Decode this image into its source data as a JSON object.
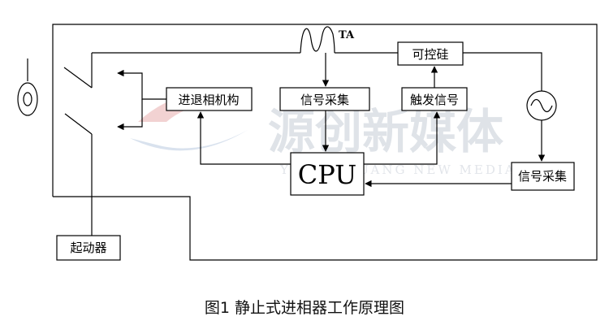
{
  "blocks": {
    "phase_mechanism": "进退相机构",
    "signal_acq_top": "信号采集",
    "scr": "可控硅",
    "trigger": "触发信号",
    "cpu": "CPU",
    "signal_acq_right": "信号采集",
    "starter": "起动器"
  },
  "labels": {
    "ta": "TA"
  },
  "watermark": {
    "main": "源创新媒体",
    "sub": "YUAN CHUANG NEW MEDIA"
  },
  "caption": "图1 静止式进相器工作原理图",
  "colors": {
    "watermark_red": "#f2d2d2",
    "watermark_blue": "#d9e2ee"
  }
}
